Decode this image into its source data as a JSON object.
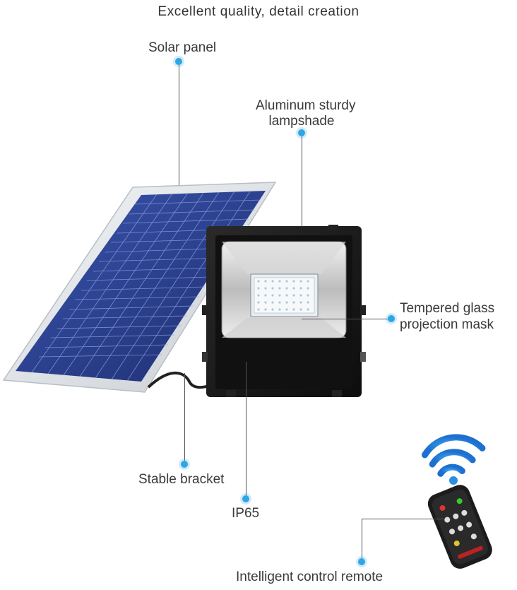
{
  "title": "Excellent quality, detail creation",
  "labels": {
    "solar_panel": "Solar panel",
    "lampshade_line1": "Aluminum sturdy",
    "lampshade_line2": "lampshade",
    "glass_line1": "Tempered glass",
    "glass_line2": "projection mask",
    "bracket": "Stable bracket",
    "ip": "IP65",
    "remote": "Intelligent control remote"
  },
  "colors": {
    "accent": "#2ea6e6",
    "panel_cell": "#2b3f8f",
    "lamp_body": "#1a1a1a"
  }
}
